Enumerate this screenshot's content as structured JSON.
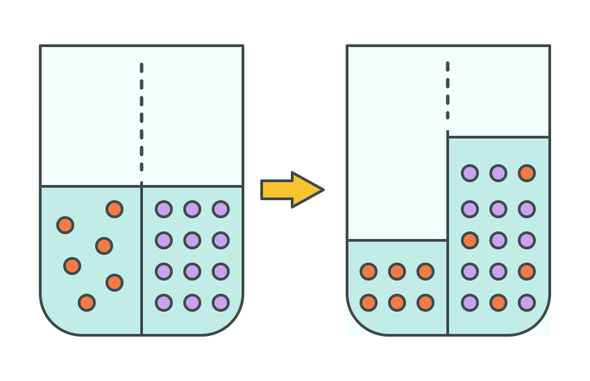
{
  "colors": {
    "outline": "#3f4b4d",
    "liquid": "#c2ece6",
    "air": "#f4fefd",
    "solute": "#f57a45",
    "solvent": "#c9a3f0",
    "arrow": "#f9c32e",
    "background": "#ffffff"
  },
  "icons": {
    "process_arrow": "right-arrow-icon"
  },
  "before": {
    "left_compartment": {
      "solute_particles": 6,
      "solvent_particles": 0
    },
    "right_compartment": {
      "solute_particles": 0,
      "solvent_particles": 12
    },
    "liquid_levels": "equal"
  },
  "after": {
    "left_compartment": {
      "solute_particles": 6,
      "solvent_particles": 0
    },
    "right_compartment": {
      "solute_particles": 4,
      "solvent_particles": 11
    },
    "liquid_levels": "right higher"
  }
}
